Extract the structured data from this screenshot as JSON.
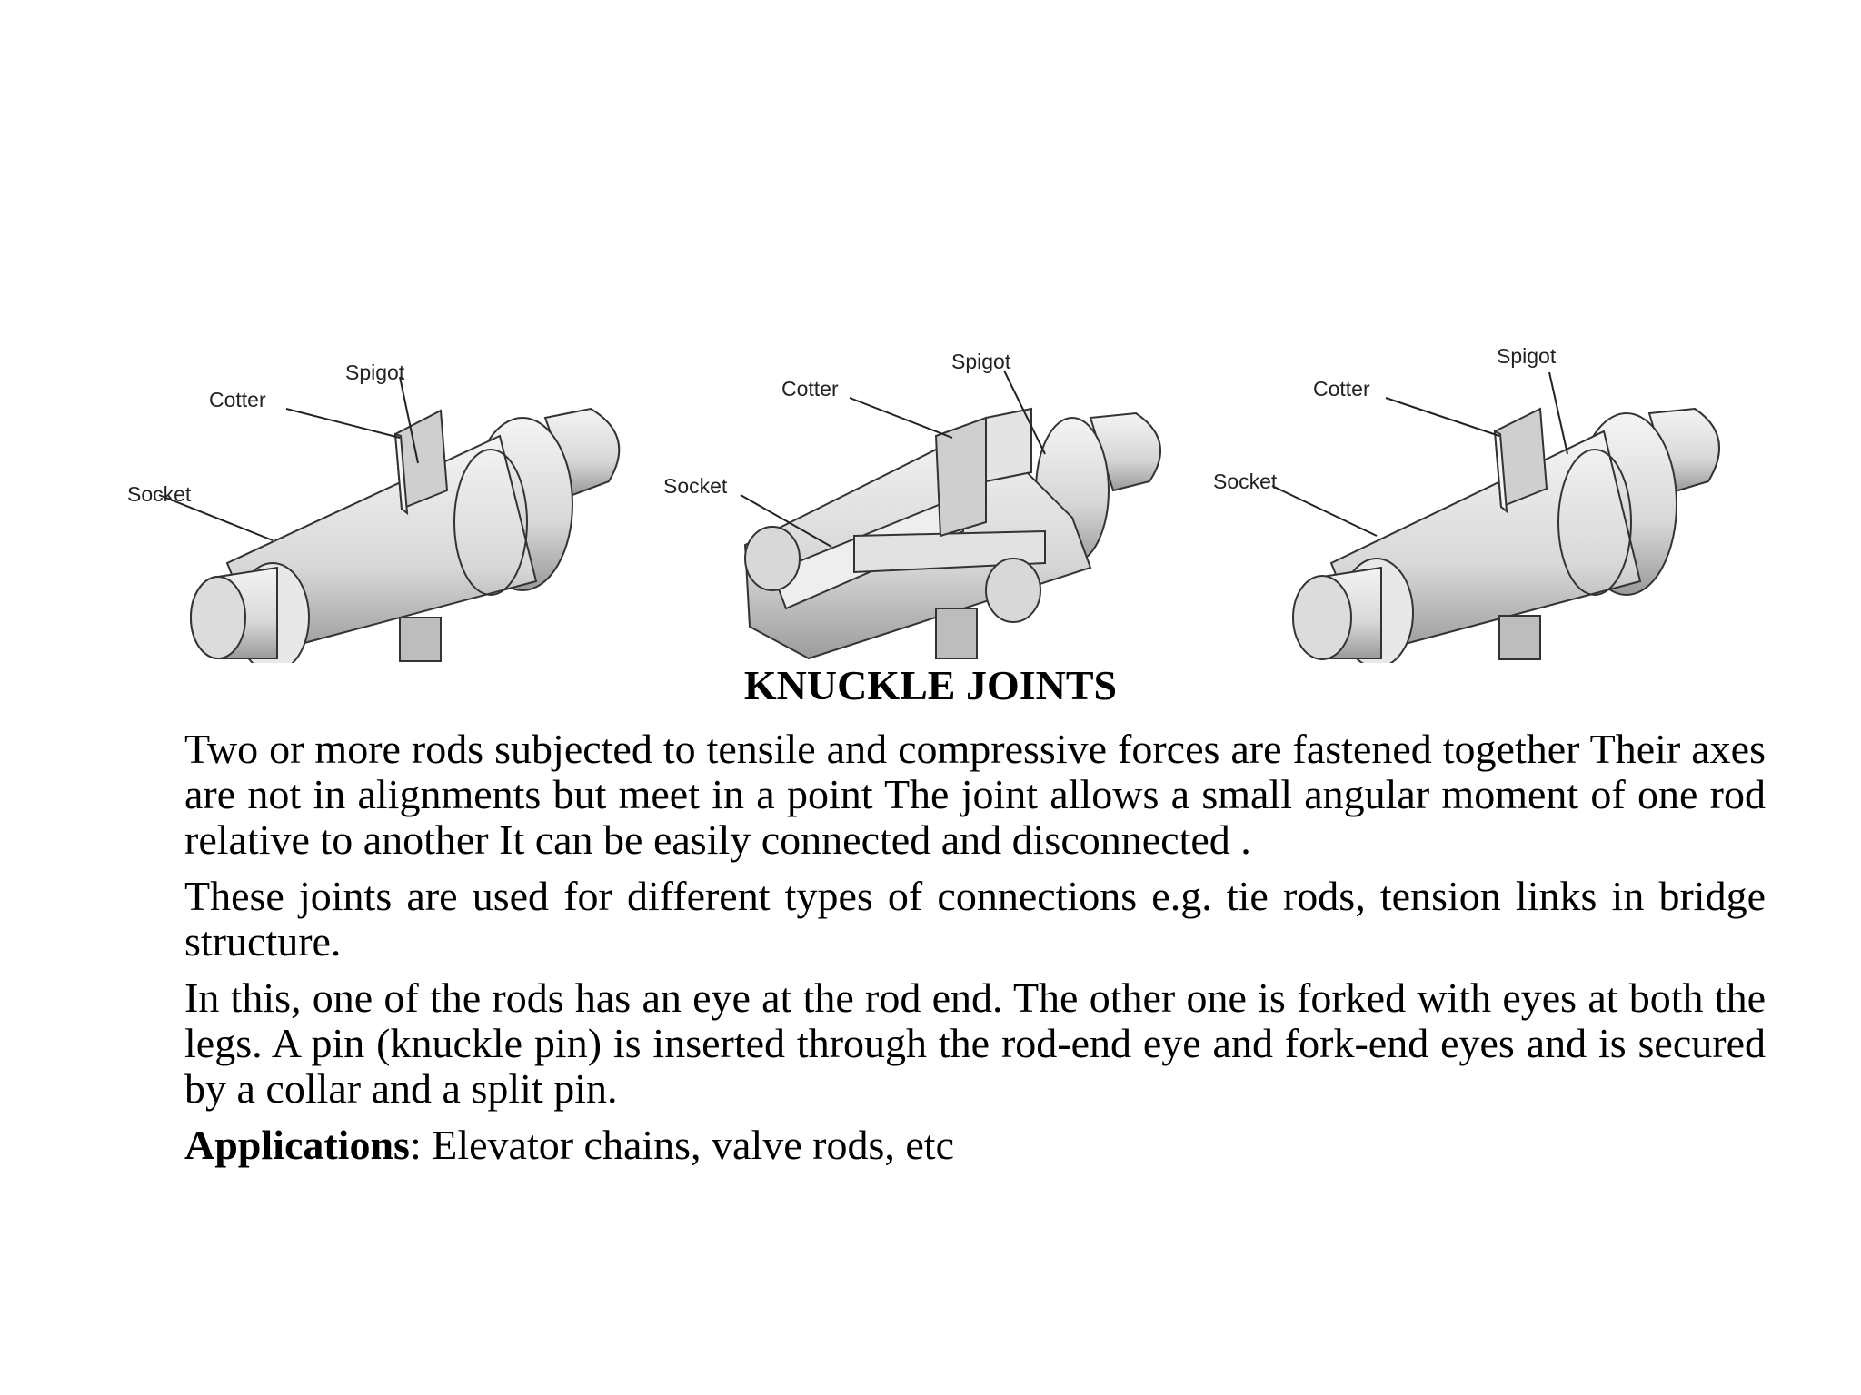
{
  "figures": [
    {
      "labels": {
        "spigot": "Spigot",
        "cotter": "Cotter",
        "socket": "Socket"
      }
    },
    {
      "labels": {
        "spigot": "Spigot",
        "cotter": "Cotter",
        "socket": "Socket"
      }
    },
    {
      "labels": {
        "spigot": "Spigot",
        "cotter": "Cotter",
        "socket": "Socket"
      }
    }
  ],
  "title": "KNUCKLE JOINTS",
  "paragraphs": [
    "Two or more rods subjected to tensile and compressive forces are fastened together Their axes are not in alignments but meet in a point The joint allows a small angular moment of one rod relative to another It can be easily connected and disconnected .",
    "These joints are used for different types of connections e.g. tie rods, tension links in bridge structure.",
    "In this, one of the rods has an eye at the rod end. The other one is forked with eyes at both the legs. A pin (knuckle pin) is inserted through the rod-end eye and fork-end eyes and is secured by a collar and a split pin."
  ],
  "applications": {
    "label": "Applications",
    "text": ": Elevator chains, valve rods, etc"
  }
}
